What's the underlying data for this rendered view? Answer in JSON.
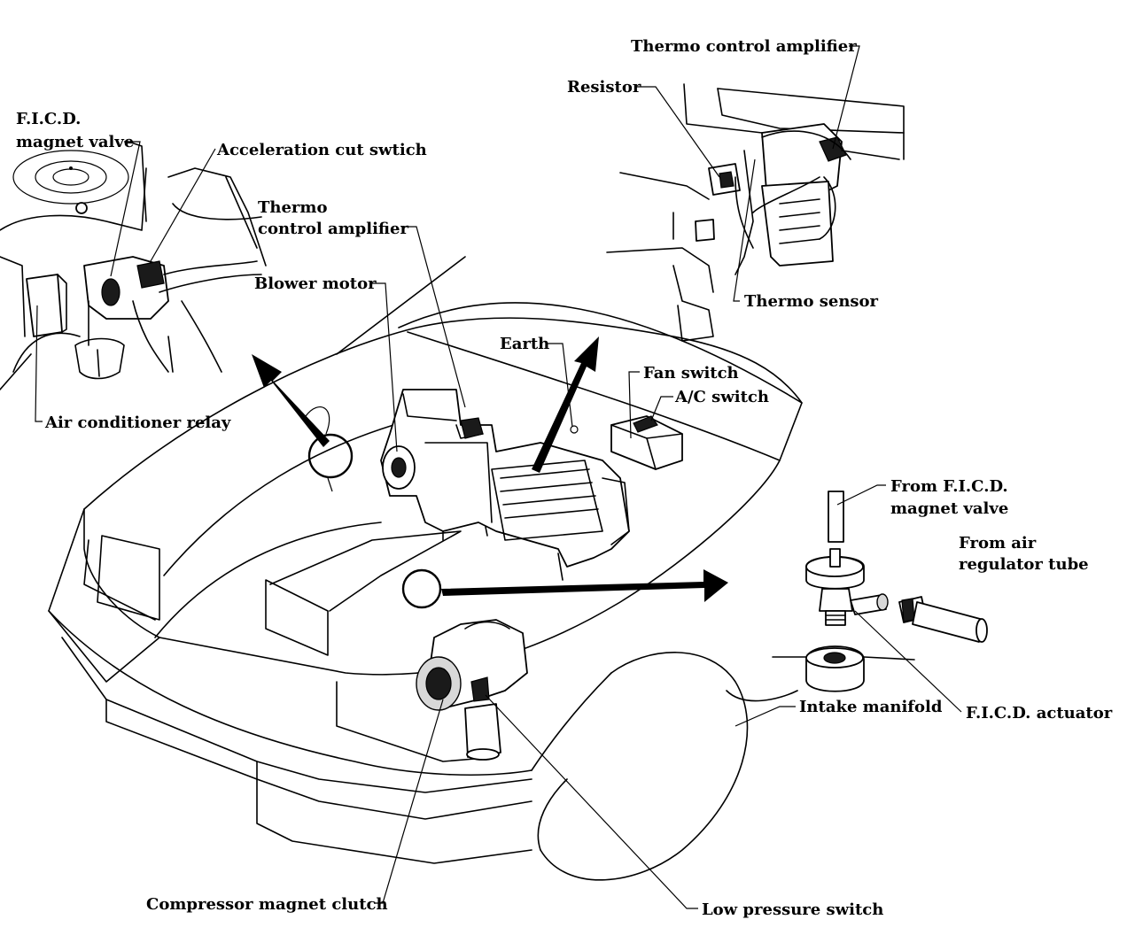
{
  "labels": {
    "thermo_amp_top": "Thermo control amplifier",
    "resistor": "Resistor",
    "ficd_valve_1": "F.I.C.D.",
    "ficd_valve_2": "magnet valve",
    "accel_cut": "Acceleration cut swtich",
    "thermo_amp_1": "Thermo",
    "thermo_amp_2": "control amplifier",
    "blower_motor": "Blower motor",
    "thermo_sensor": "Thermo sensor",
    "earth": "Earth",
    "fan_switch": "Fan switch",
    "ac_switch": "A/C switch",
    "ac_relay": "Air conditioner relay",
    "from_ficd_1": "From F.I.C.D.",
    "from_ficd_2": "magnet valve",
    "from_air_1": "From air",
    "from_air_2": "regulator tube",
    "intake_manifold": "Intake manifold",
    "ficd_actuator": "F.I.C.D. actuator",
    "compressor_clutch": "Compressor magnet clutch",
    "low_pressure": "Low pressure switch"
  }
}
